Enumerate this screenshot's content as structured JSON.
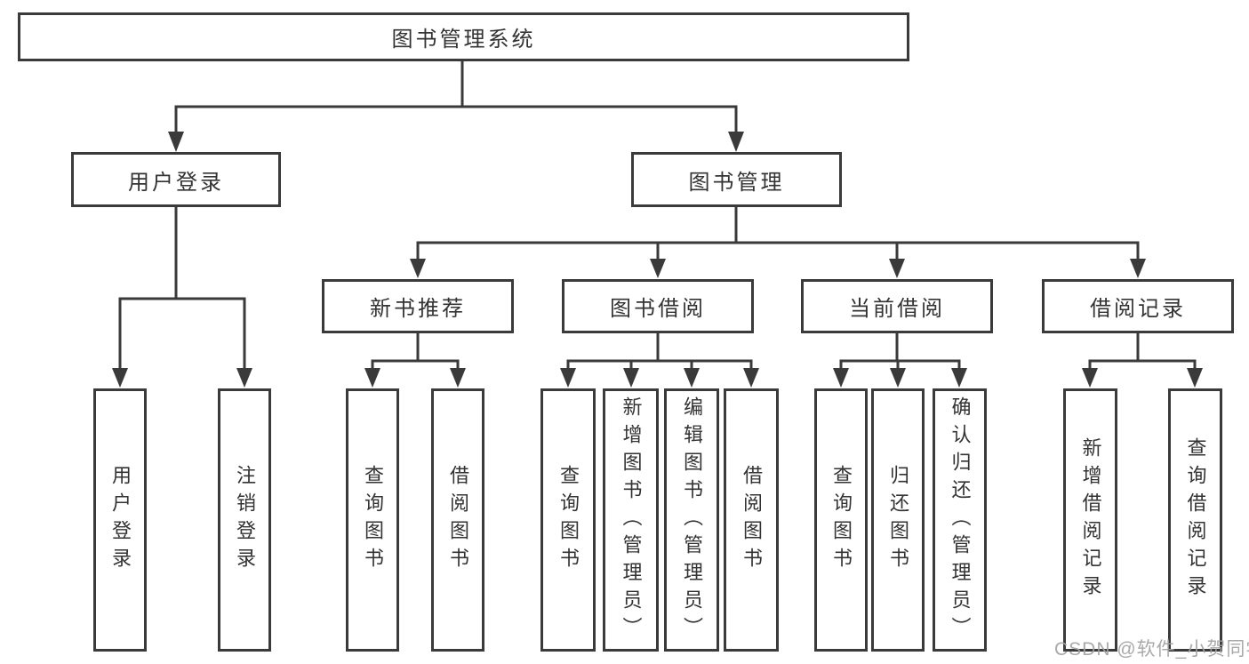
{
  "diagram": {
    "tree": {
      "label": "图书管理系统",
      "children": [
        {
          "label": "用户登录",
          "children": [
            {
              "label": "用户登录"
            },
            {
              "label": "注销登录"
            }
          ]
        },
        {
          "label": "图书管理",
          "children": [
            {
              "label": "新书推荐",
              "children": [
                {
                  "label": "查询图书"
                },
                {
                  "label": "借阅图书"
                }
              ]
            },
            {
              "label": "图书借阅",
              "children": [
                {
                  "label": "查询图书"
                },
                {
                  "label": "新增图书（管理员）"
                },
                {
                  "label": "编辑图书（管理员）"
                },
                {
                  "label": "借阅图书"
                }
              ]
            },
            {
              "label": "当前借阅",
              "children": [
                {
                  "label": "查询图书"
                },
                {
                  "label": "归还图书"
                },
                {
                  "label": "确认归还（管理员）"
                }
              ]
            },
            {
              "label": "借阅记录",
              "children": [
                {
                  "label": "新增借阅记录"
                },
                {
                  "label": "查询借阅记录"
                }
              ]
            }
          ]
        }
      ]
    },
    "colors": {
      "line": "#3a3a3a",
      "text": "#333333",
      "background": "#ffffff",
      "watermark": "#a2a2a2"
    }
  },
  "watermark": {
    "text": "CSDN @软件_小贺同学"
  }
}
